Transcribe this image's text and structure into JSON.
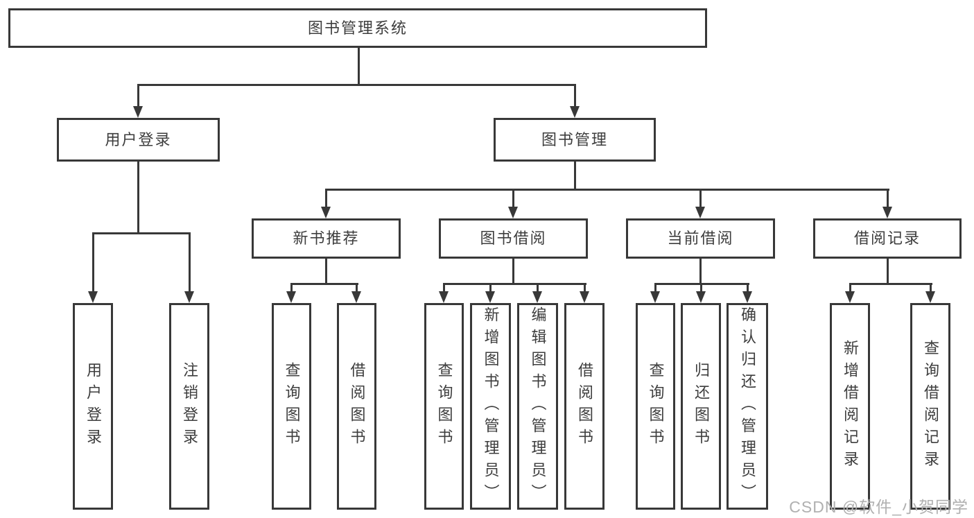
{
  "tree": {
    "root": "图书管理系统",
    "branches": [
      {
        "label": "用户登录",
        "children": [
          "用户登录",
          "注销登录"
        ]
      },
      {
        "label": "图书管理",
        "children": [
          {
            "label": "新书推荐",
            "children": [
              "查询图书",
              "借阅图书"
            ]
          },
          {
            "label": "图书借阅",
            "children": [
              "查询图书",
              "新增图书（管理员）",
              "编辑图书（管理员）",
              "借阅图书"
            ]
          },
          {
            "label": "当前借阅",
            "children": [
              "查询图书",
              "归还图书",
              "确认归还（管理员）"
            ]
          },
          {
            "label": "借阅记录",
            "children": [
              "新增借阅记录",
              "查询借阅记录"
            ]
          }
        ]
      }
    ]
  },
  "watermark": "CSDN @软件_小贺同学",
  "colors": {
    "stroke": "#383838",
    "text": "#3d3d3d",
    "background": "#ffffff",
    "watermark": "#b0b0b0"
  }
}
